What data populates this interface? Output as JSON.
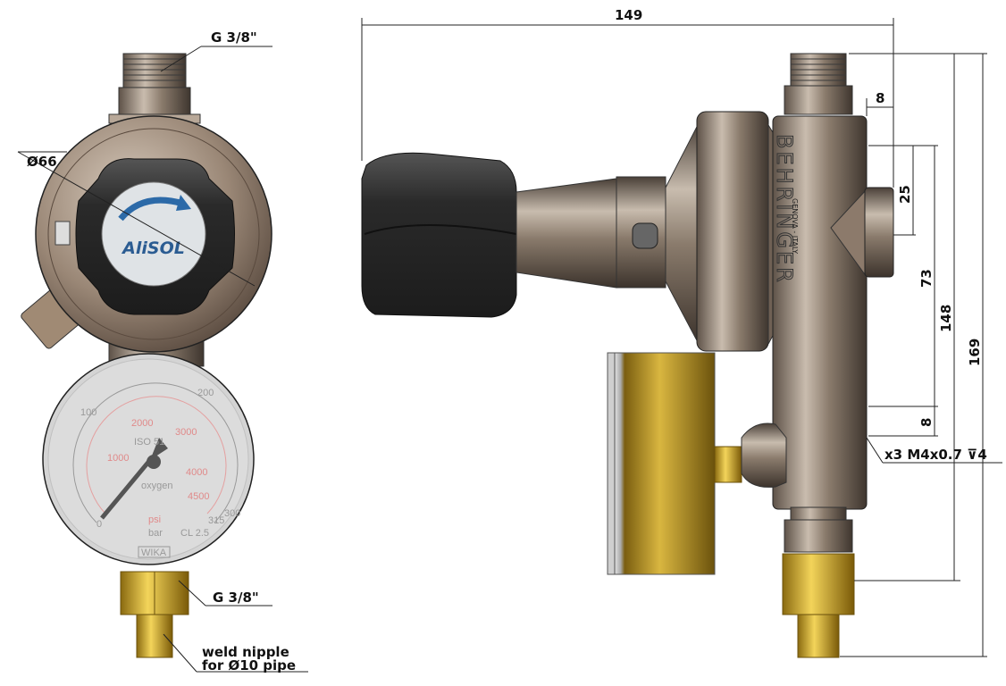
{
  "dimensions": {
    "width_overall": "149",
    "offset_top": "8",
    "port_spacing": "25",
    "port_to_hole": "73",
    "height_ports": "148",
    "height_overall": "169",
    "hole_offset": "8",
    "diameter_body": "Ø66"
  },
  "callouts": {
    "inlet_thread": "G 3/8\"",
    "outlet_thread": "G 3/8\"",
    "mounting_holes": "x3 M4x0.7 ⊽4",
    "weld_nipple_line1": "weld nipple",
    "weld_nipple_line2": "for Ø10 pipe"
  },
  "knob_logo": "AliSOL",
  "body_brand": "BEHRINGER",
  "body_subbrand": "GENOVA - ITALY",
  "gauge": {
    "bar_ticks": [
      "0",
      "100",
      "200",
      "300"
    ],
    "psi_ticks": [
      "1000",
      "2000",
      "3000",
      "4000",
      "4500"
    ],
    "max_mark": "315",
    "standard": "ISO 51",
    "medium": "oxygen",
    "unit_psi": "psi",
    "unit_bar": "bar",
    "class": "CL 2.5",
    "maker": "WIKA"
  },
  "colors": {
    "metal": "#8a7a6a",
    "knob": "#2a2a2a",
    "brass": "#c9a227"
  }
}
